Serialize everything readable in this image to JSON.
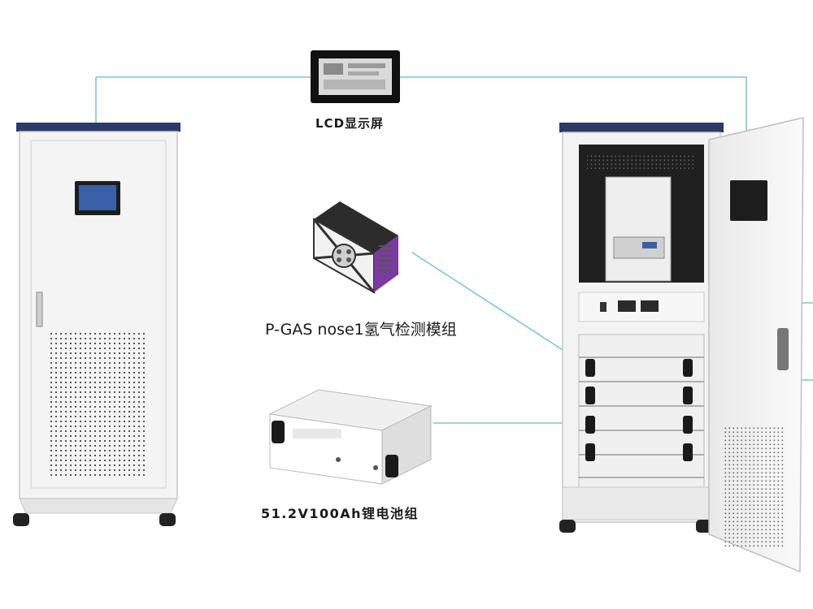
{
  "labels": {
    "lcd": "LCD显示屏",
    "gas_module": "P-GAS nose1氢气检测模组",
    "battery_pack": "51.2V100Ah锂电池组"
  },
  "colors": {
    "connector_line": "#7fc4dc",
    "cabinet_top_bar": "#2b3a67",
    "cabinet_body": "#f4f4f4",
    "cabinet_outline": "#c8c8c8",
    "screen": "#3b5fa8",
    "module_accent": "#7a3aa0"
  }
}
